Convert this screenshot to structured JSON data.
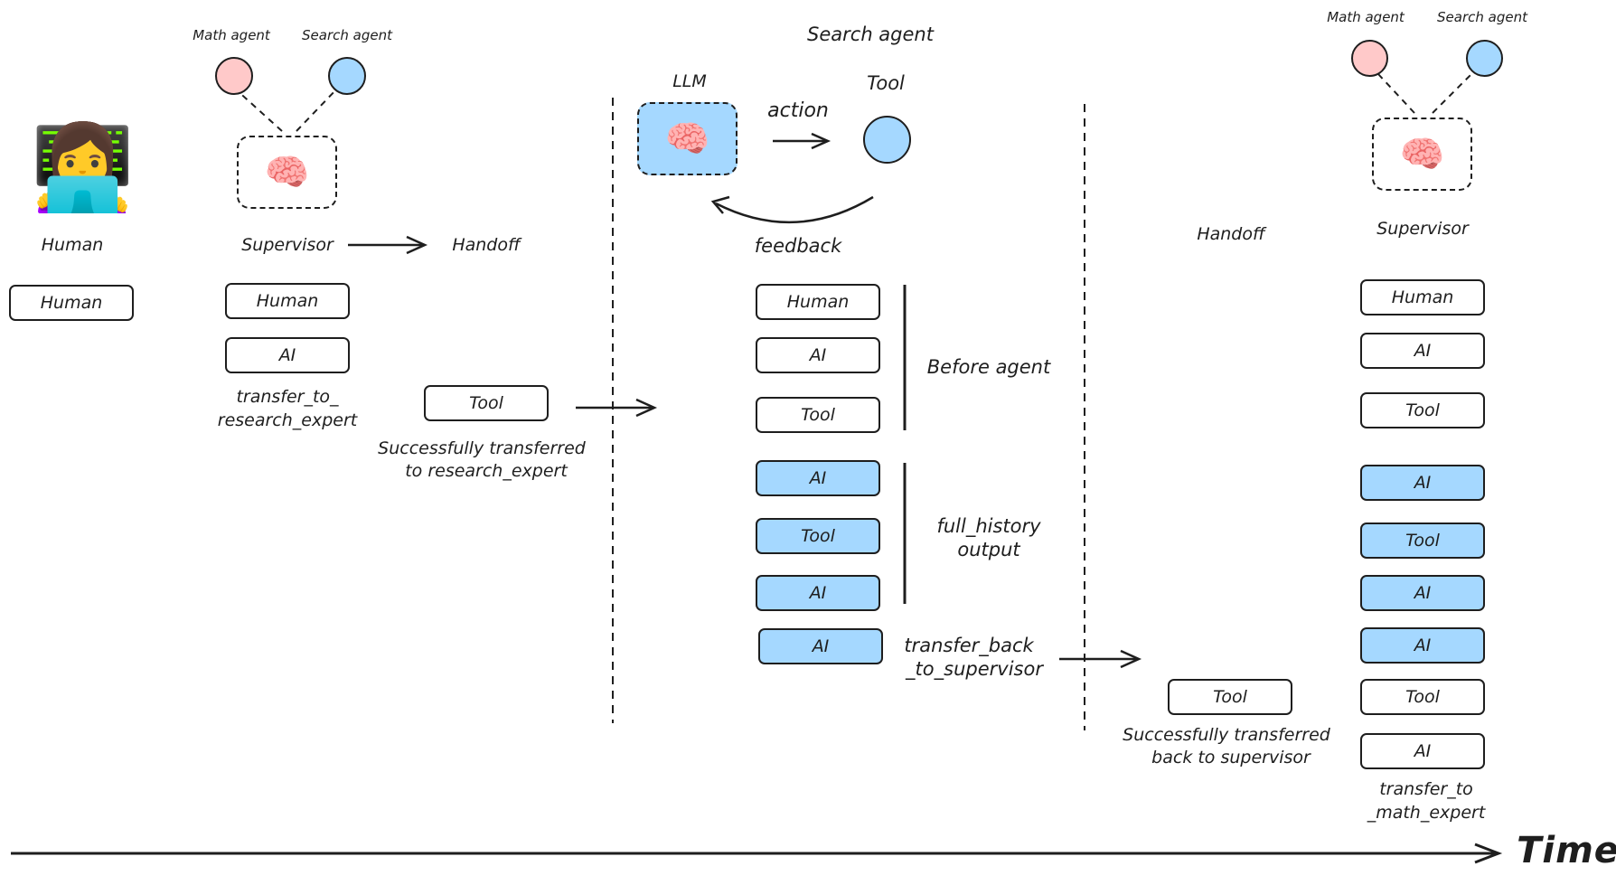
{
  "top": {
    "math_agent_label": "Math agent",
    "search_agent_label": "Search agent",
    "center_title": "Search agent"
  },
  "human": {
    "label": "Human",
    "box": "Human",
    "icon": "person-with-laptop-icon"
  },
  "supervisor_start": {
    "label": "Supervisor",
    "boxes": [
      "Human",
      "AI"
    ],
    "tool_call_text": [
      "transfer_to_",
      "research_expert"
    ]
  },
  "handoff1": {
    "label": "Handoff",
    "tool_box": "Tool",
    "result_text": [
      "Successfully transferred",
      "to research_expert"
    ]
  },
  "search_agent": {
    "llm_label": "LLM",
    "action_label": "action",
    "tool_label": "Tool",
    "feedback_label": "feedback",
    "before_boxes": [
      "Human",
      "AI",
      "Tool"
    ],
    "before_label": "Before agent",
    "history_boxes": [
      "AI",
      "Tool",
      "AI"
    ],
    "history_label": [
      "full_history",
      "output"
    ],
    "final_box": "AI",
    "transfer_back_text": [
      "transfer_back",
      "_to_supervisor"
    ]
  },
  "handoff2": {
    "label": "Handoff",
    "tool_box": "Tool",
    "result_text": [
      "Successfully transferred",
      "back to supervisor"
    ]
  },
  "supervisor_end": {
    "math_agent_label": "Math agent",
    "search_agent_label": "Search agent",
    "label": "Supervisor",
    "white_boxes": [
      "Human",
      "AI",
      "Tool"
    ],
    "blue_boxes": [
      "AI",
      "Tool",
      "AI",
      "AI"
    ],
    "tail_boxes": [
      "Tool",
      "AI"
    ],
    "tool_call_text": [
      "transfer_to",
      "_math_expert"
    ]
  },
  "timeline": {
    "label": "Time"
  },
  "icons": {
    "brain": "brain-icon"
  },
  "colors": {
    "blue": "#a5d8ff",
    "pink": "#ffc9c9",
    "stroke": "#1e1e1e"
  }
}
